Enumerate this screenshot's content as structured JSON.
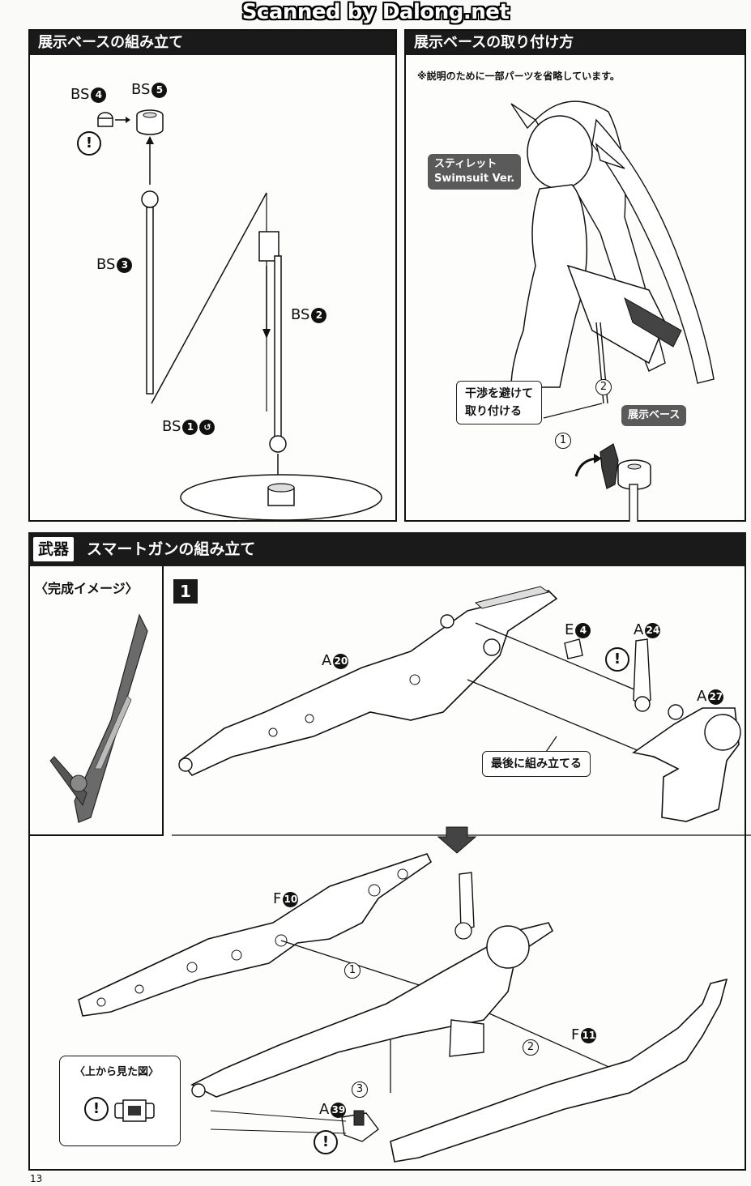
{
  "watermark": "Scanned by Dalong.net",
  "page_number": "13",
  "panel_base_assembly": {
    "title": "展示ベースの組み立て",
    "labels": {
      "bs4": "BS",
      "bs4_num": "4",
      "bs5": "BS",
      "bs5_num": "5",
      "bs3": "BS",
      "bs3_num": "3",
      "bs2": "BS",
      "bs2_num": "2",
      "bs1": "BS",
      "bs1_num": "1"
    }
  },
  "panel_base_attach": {
    "title": "展示ベースの取り付け方",
    "note": "※説明のために一部パーツを省略しています。",
    "character_tag_line1": "スティレット",
    "character_tag_line2": "Swimsuit Ver.",
    "callout_line1": "干渉を避けて",
    "callout_line2": "取り付ける",
    "base_tag": "展示ベース",
    "step1": "1",
    "step2": "2"
  },
  "weapon_section": {
    "category": "武器",
    "title": "スマートガンの組み立て",
    "completed_image_label": "〈完成イメージ〉",
    "step_number": "1",
    "labels": {
      "a20": "A",
      "a20_num": "20",
      "e4": "E",
      "e4_num": "4",
      "a24": "A",
      "a24_num": "24",
      "a27": "A",
      "a27_num": "27",
      "f10": "F",
      "f10_num": "10",
      "f11": "F",
      "f11_num": "11",
      "a39": "A",
      "a39_num": "39"
    },
    "callout_last": "最後に組み立てる",
    "top_view_label": "〈上から見た図〉",
    "steps": [
      "1",
      "2",
      "3"
    ]
  },
  "icons": {
    "warning": "!"
  }
}
